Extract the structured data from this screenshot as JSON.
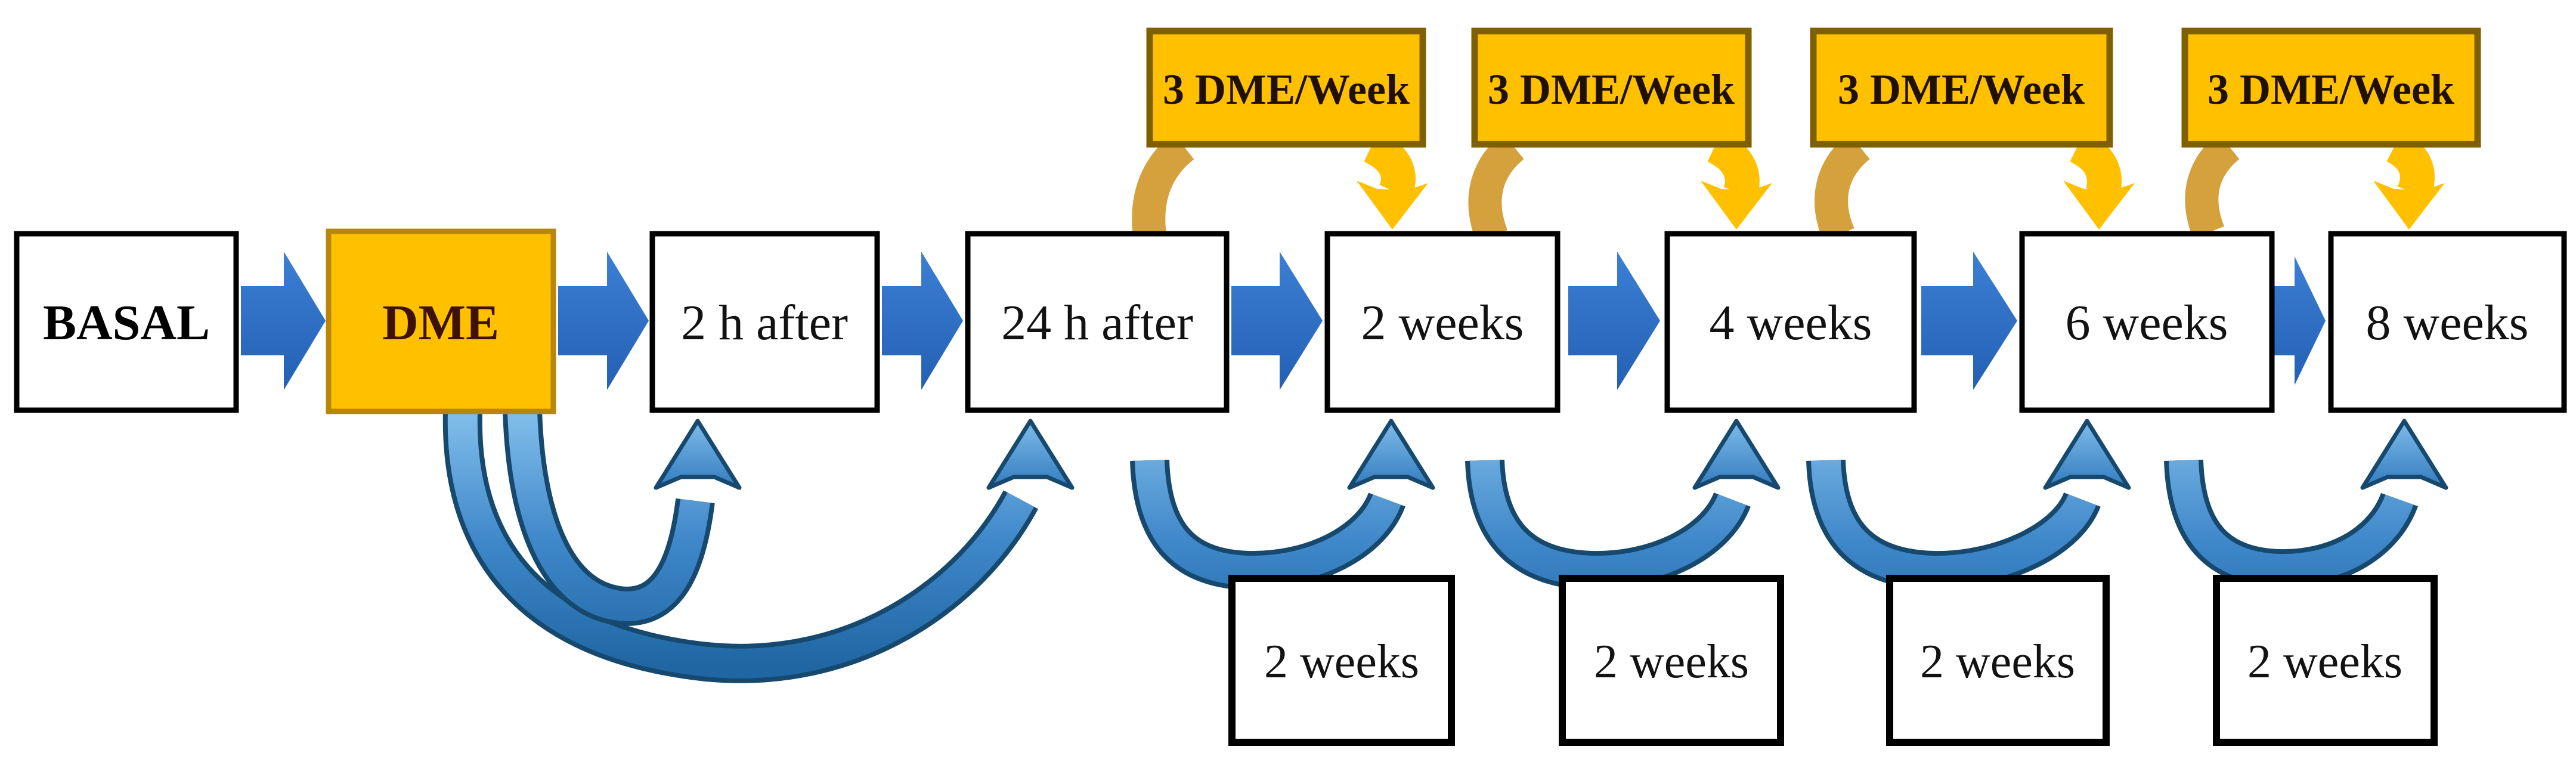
{
  "figure": {
    "main_row": [
      {
        "label": "BASAL"
      },
      {
        "label": "DME"
      },
      {
        "label": "2 h after"
      },
      {
        "label": "24 h after"
      },
      {
        "label": "2 weeks"
      },
      {
        "label": "4 weeks"
      },
      {
        "label": "6 weeks"
      },
      {
        "label": "8 weeks"
      }
    ],
    "treatment_boxes": [
      {
        "label": "3 DME/Week"
      },
      {
        "label": "3 DME/Week"
      },
      {
        "label": "3 DME/Week"
      },
      {
        "label": "3 DME/Week"
      }
    ],
    "interval_boxes": [
      {
        "label": "2 weeks"
      },
      {
        "label": "2 weeks"
      },
      {
        "label": "2 weeks"
      },
      {
        "label": "2 weeks"
      }
    ],
    "colors": {
      "background": "#FFFFFF",
      "highlight_fill": "#FFC000",
      "highlight_border": "#7F6000",
      "dme_border": "#B8860B",
      "tan_inflow_band": "#D4A13C",
      "flow_arrow_blue": "#2E74C0",
      "curve_outline_navy": "#17496F",
      "curve_light_blue": "#7FBCE9",
      "box_border": "#000000",
      "label_text": "#121212",
      "dme_text": "#3D1200"
    }
  }
}
